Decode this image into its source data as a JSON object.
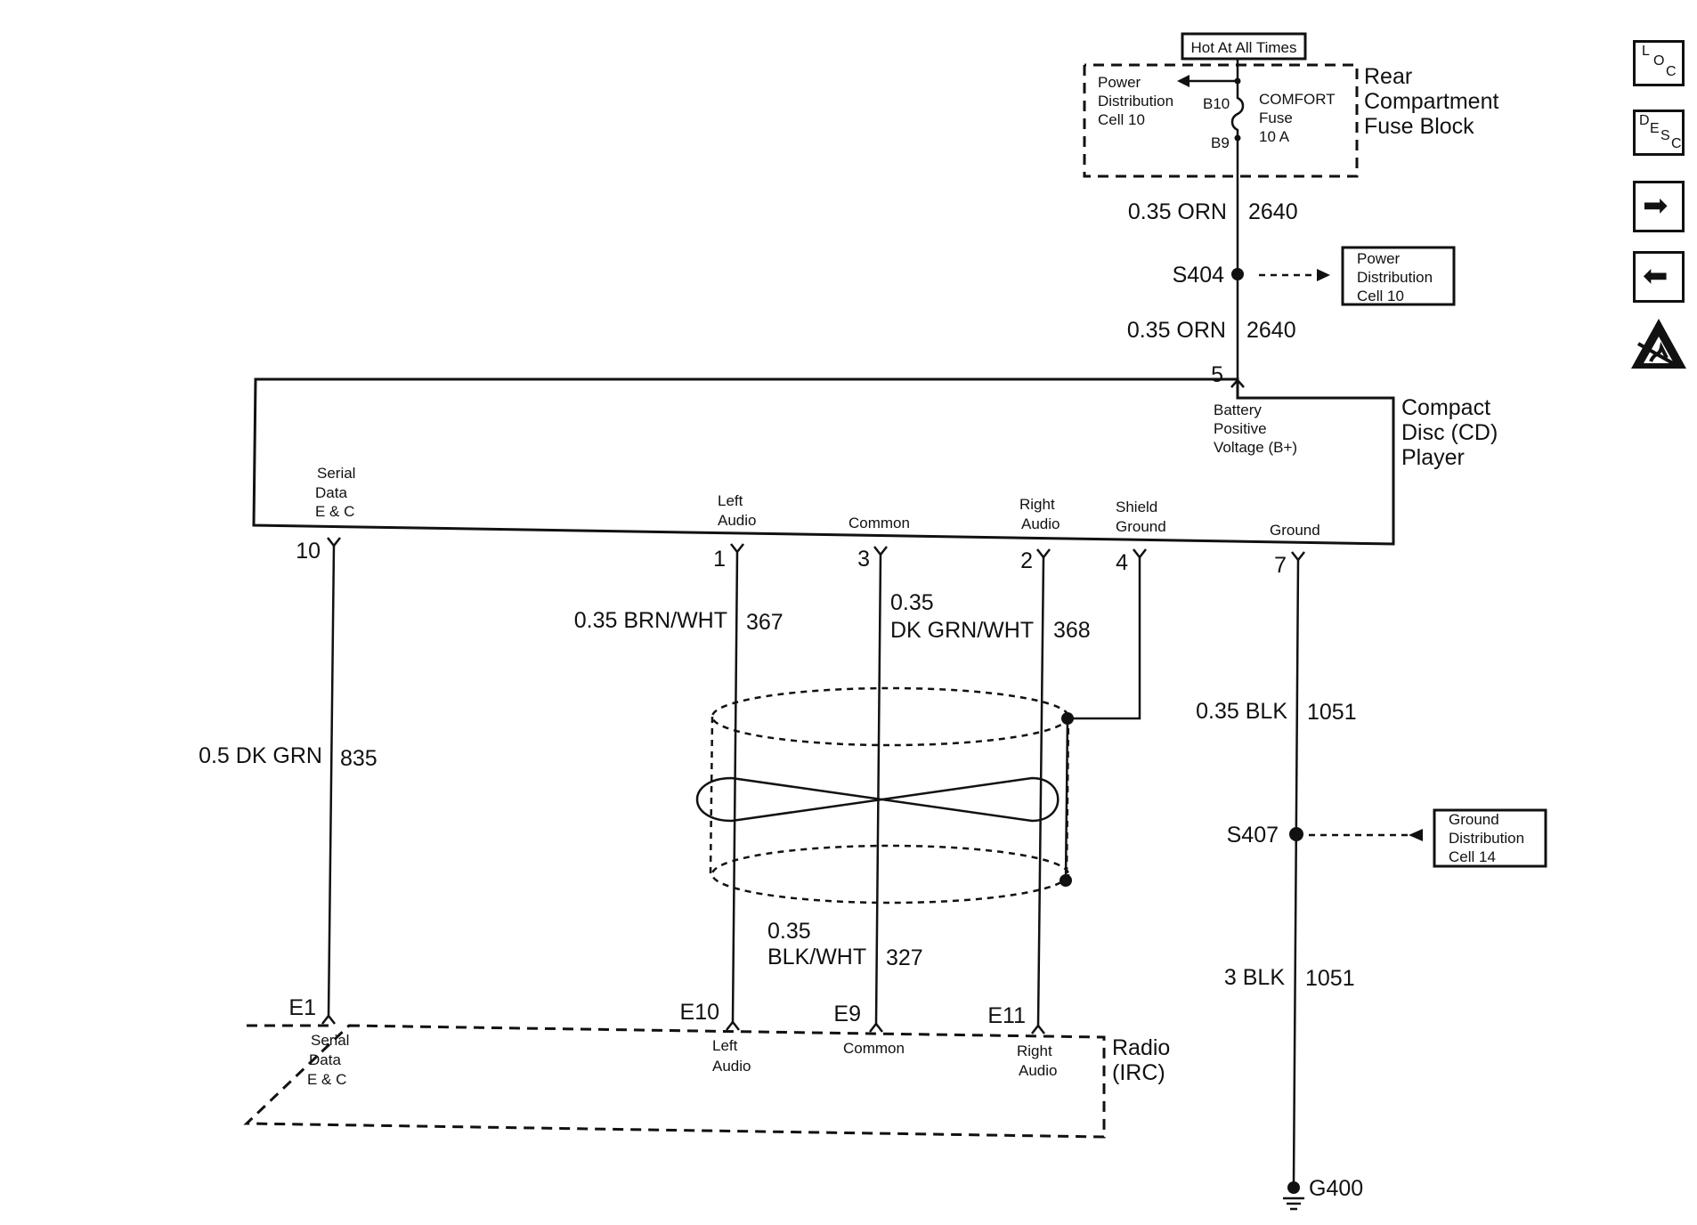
{
  "fuse_block": {
    "hot_label": "Hot At All Times",
    "name_lines": [
      "Rear",
      "Compartment",
      "Fuse Block"
    ],
    "pd_lines": [
      "Power",
      "Distribution",
      "Cell 10"
    ],
    "fuse_lines": [
      "COMFORT",
      "Fuse",
      "10 A"
    ],
    "pin_in": "B10",
    "pin_out": "B9"
  },
  "wires": {
    "orn_upper": {
      "gauge": "0.35 ORN",
      "circuit": "2640"
    },
    "orn_lower": {
      "gauge": "0.35 ORN",
      "circuit": "2640"
    },
    "serial": {
      "gauge": "0.5 DK GRN",
      "circuit": "835"
    },
    "left": {
      "gauge": "0.35 BRN/WHT",
      "circuit": "367"
    },
    "common": {
      "gauge_line1": "0.35",
      "gauge_line2": "BLK/WHT",
      "circuit": "327"
    },
    "right": {
      "gauge_line1": "0.35",
      "gauge_line2": "DK GRN/WHT",
      "circuit": "368"
    },
    "ground_upper": {
      "gauge": "0.35 BLK",
      "circuit": "1051"
    },
    "ground_lower": {
      "gauge": "3 BLK",
      "circuit": "1051"
    }
  },
  "splices": {
    "s404": {
      "label": "S404",
      "ref_lines": [
        "Power",
        "Distribution",
        "Cell 10"
      ]
    },
    "s407": {
      "label": "S407",
      "ref_lines": [
        "Ground",
        "Distribution",
        "Cell 14"
      ]
    }
  },
  "ground": {
    "label": "G400"
  },
  "cd_player": {
    "name_lines": [
      "Compact",
      "Disc (CD)",
      "Player"
    ],
    "bplus_lines": [
      "Battery",
      "Positive",
      "Voltage (B+)"
    ],
    "pins": {
      "battery": "5",
      "serial": "10",
      "left": "1",
      "common": "3",
      "right": "2",
      "shield": "4",
      "ground": "7"
    },
    "serial_lines": [
      "Serial",
      "Data",
      "E & C"
    ],
    "left_lines": [
      "Left",
      "Audio"
    ],
    "common_label": "Common",
    "right_lines": [
      "Right",
      "Audio"
    ],
    "shield_lines": [
      "Shield",
      "Ground"
    ],
    "ground_label": "Ground"
  },
  "radio": {
    "name_lines": [
      "Radio",
      "(IRC)"
    ],
    "pins": {
      "serial": "E1",
      "left": "E10",
      "common": "E9",
      "right": "E11"
    },
    "serial_lines": [
      "Serial",
      "Data",
      "E & C"
    ],
    "left_lines": [
      "Left",
      "Audio"
    ],
    "common_label": "Common",
    "right_lines": [
      "Right",
      "Audio"
    ]
  },
  "nav": {
    "loc": [
      "L",
      "O",
      "C"
    ],
    "desc": [
      "D",
      "E",
      "S",
      "C"
    ],
    "next_glyph": "➡",
    "prev_glyph": "⬅",
    "esd_icon": "esd-warning-icon"
  }
}
